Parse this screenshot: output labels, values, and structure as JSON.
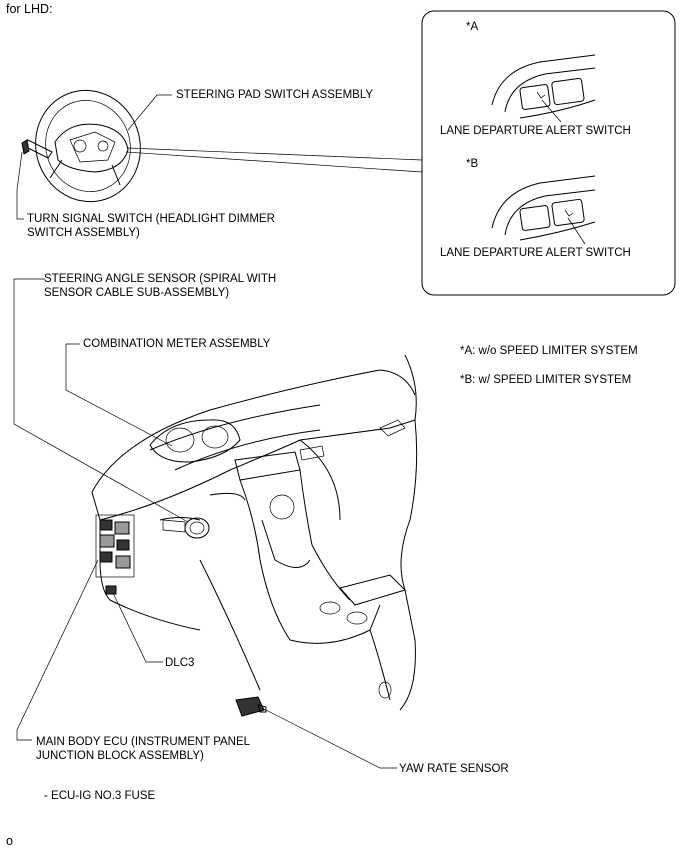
{
  "header": "for LHD:",
  "footer_mark": "o",
  "labels": {
    "steering_pad_switch": "STEERING PAD SWITCH ASSEMBLY",
    "turn_signal_switch_line1": "TURN SIGNAL SWITCH (HEADLIGHT DIMMER",
    "turn_signal_switch_line2": "SWITCH ASSEMBLY)",
    "steering_angle_sensor_line1": "STEERING ANGLE SENSOR (SPIRAL WITH",
    "steering_angle_sensor_line2": "SENSOR CABLE SUB-ASSEMBLY)",
    "combination_meter": "COMBINATION METER ASSEMBLY",
    "dlc3": "DLC3",
    "main_body_ecu_line1": "MAIN BODY ECU (INSTRUMENT PANEL",
    "main_body_ecu_line2": "JUNCTION BLOCK ASSEMBLY)",
    "ecu_ig_fuse": "- ECU-IG NO.3 FUSE",
    "yaw_rate_sensor": "YAW RATE SENSOR"
  },
  "inset": {
    "a_marker": "*A",
    "b_marker": "*B",
    "lane_departure_a": "LANE DEPARTURE ALERT SWITCH",
    "lane_departure_b": "LANE DEPARTURE ALERT SWITCH"
  },
  "notes": {
    "a": "*A: w/o SPEED LIMITER SYSTEM",
    "b": "*B: w/ SPEED LIMITER SYSTEM"
  }
}
